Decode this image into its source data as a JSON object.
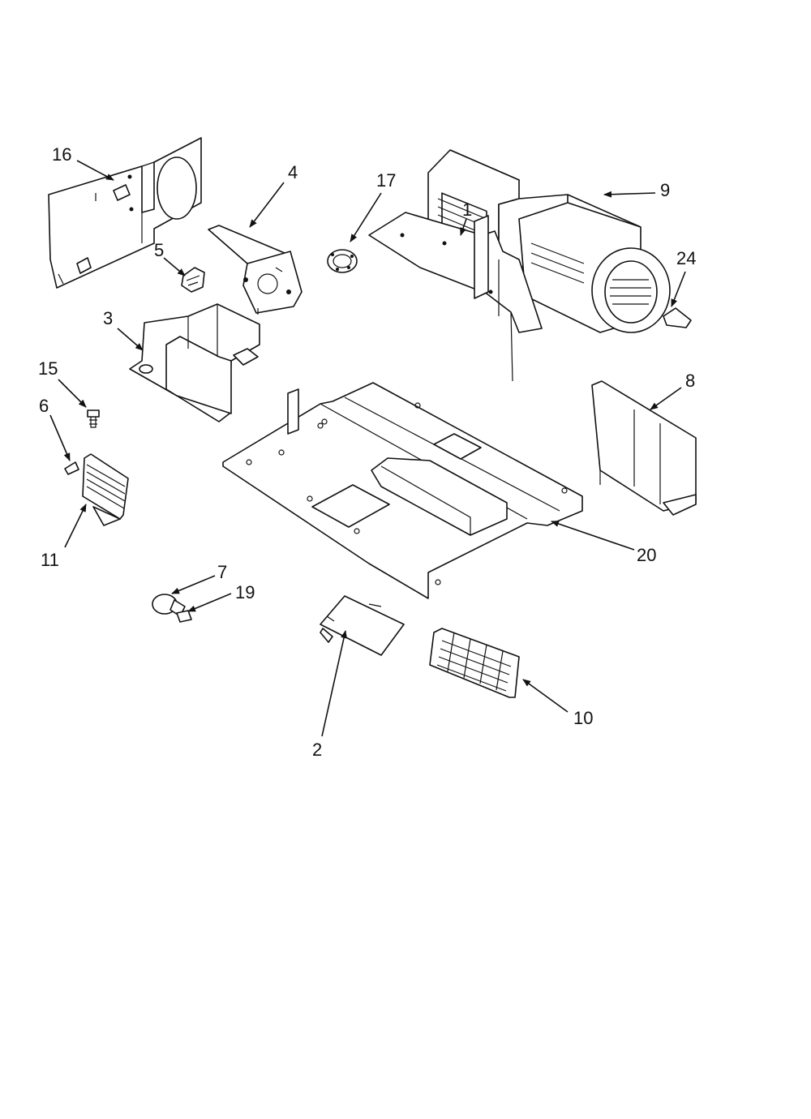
{
  "diagram": {
    "callouts": [
      {
        "id": "16",
        "label": "16"
      },
      {
        "id": "4",
        "label": "4"
      },
      {
        "id": "17",
        "label": "17"
      },
      {
        "id": "9",
        "label": "9"
      },
      {
        "id": "5",
        "label": "5"
      },
      {
        "id": "24",
        "label": "24"
      },
      {
        "id": "1",
        "label": "1"
      },
      {
        "id": "3",
        "label": "3"
      },
      {
        "id": "15",
        "label": "15"
      },
      {
        "id": "8",
        "label": "8"
      },
      {
        "id": "6",
        "label": "6"
      },
      {
        "id": "11",
        "label": "11"
      },
      {
        "id": "20",
        "label": "20"
      },
      {
        "id": "7",
        "label": "7"
      },
      {
        "id": "19",
        "label": "19"
      },
      {
        "id": "10",
        "label": "10"
      },
      {
        "id": "2",
        "label": "2"
      }
    ],
    "colors": {
      "ink": "#111111",
      "background": "#ffffff"
    }
  }
}
